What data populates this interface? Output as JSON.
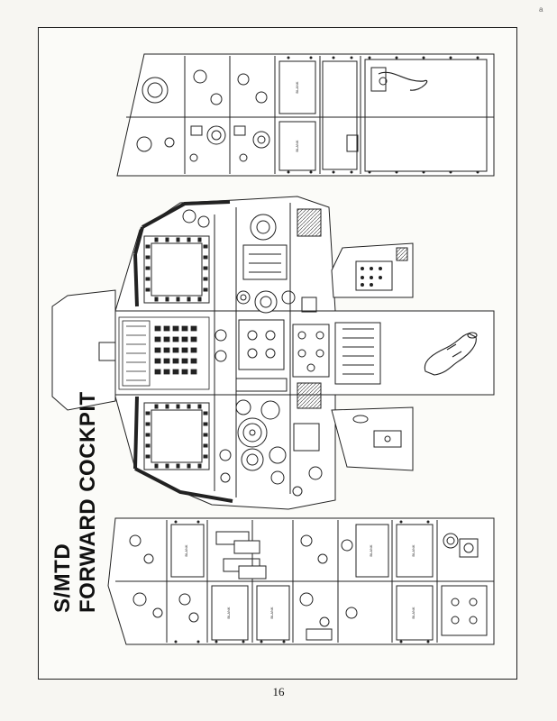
{
  "document": {
    "title_line1": "S/MTD",
    "title_line2": "FORWARD COCKPIT",
    "page_number": "16",
    "corner_mark": "a"
  },
  "display_caption": "",
  "panel_label": "BLANK",
  "colors": {
    "ink": "#111111",
    "paper": "#fbfbf8",
    "background": "#f7f6f2"
  }
}
